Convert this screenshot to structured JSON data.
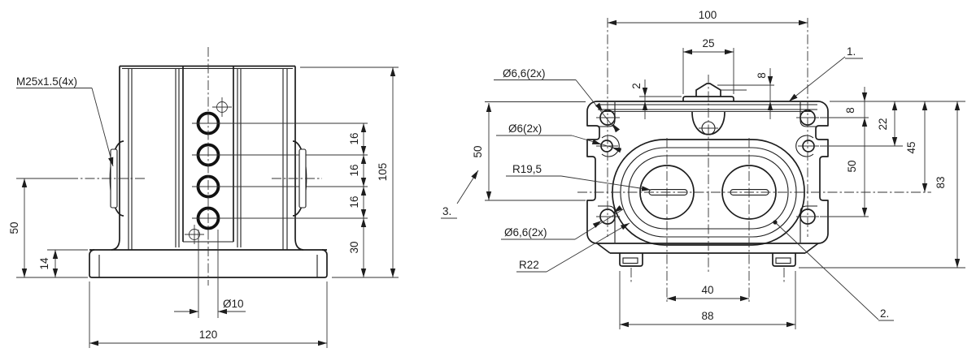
{
  "colors": {
    "line": "#1d1d1d",
    "background": "#ffffff"
  },
  "front_view": {
    "thread_label": "M25x1.5(4x)",
    "dims": {
      "pitch16_1": "16",
      "pitch16_2": "16",
      "pitch16_3": "16",
      "d30": "30",
      "d105": "105",
      "d50": "50",
      "d14": "14",
      "d10": "Ø10",
      "d120": "120"
    }
  },
  "top_view": {
    "labels": {
      "hole_top": "Ø6,6(2x)",
      "hole_mid": "Ø6(2x)",
      "r_inner": "R19,5",
      "hole_bottom": "Ø6,6(2x)",
      "r_outer": "R22"
    },
    "callouts": {
      "pos1": "1.",
      "pos2": "2.",
      "pos3": "3."
    },
    "dims": {
      "d100": "100",
      "d25": "25",
      "d2": "2",
      "d8_top": "8",
      "d8_side": "8",
      "d50_side": "50",
      "d22": "22",
      "d45": "45",
      "d50_left": "50",
      "d83": "83",
      "d40": "40",
      "d88": "88"
    }
  }
}
